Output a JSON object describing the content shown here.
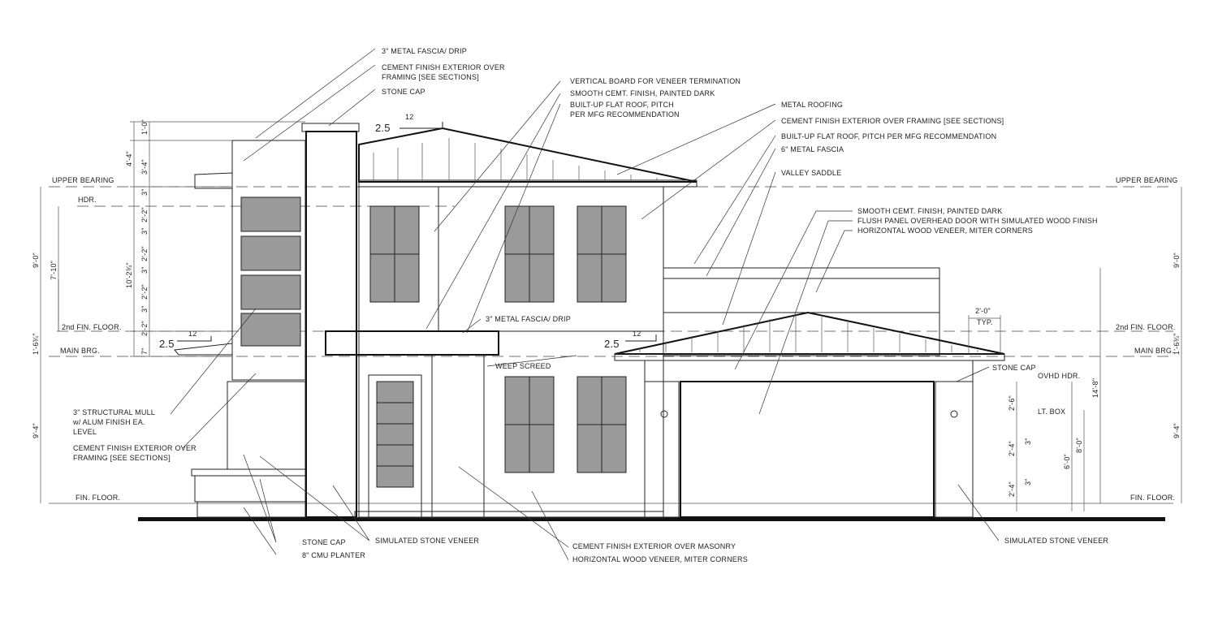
{
  "levels": {
    "upper_bearing_left": "UPPER BEARING",
    "upper_bearing_right": "UPPER BEARING",
    "hdr": "HDR.",
    "second_floor_left": "2nd FIN. FLOOR.",
    "second_floor_right": "2nd FIN. FLOOR.",
    "main_brg_left": "MAIN BRG.",
    "main_brg_right": "MAIN BRG.",
    "fin_floor_left": "FIN. FLOOR.",
    "fin_floor_right": "FIN. FLOOR.",
    "ovhd_hdr": "OVHD HDR.",
    "lt_box": "LT. BOX"
  },
  "pitch": {
    "rise": "2.5",
    "run": "12"
  },
  "dimensions_left": {
    "d4_4": "4'-4\"",
    "d1_0": "1'-0\"",
    "d3_4": "3'-4\"",
    "d3a": "3\"",
    "d2_2a": "2'-2\"",
    "d3b": "3\"",
    "d2_2b": "2'-2\"",
    "d3c": "3\"",
    "d2_2c": "2'-2\"",
    "d3d": "3\"",
    "d2_2d": "2'-2\"",
    "d7": "7\"",
    "d10_2": "10'-2¾\"",
    "d9_0": "9'-0\"",
    "d7_10": "7'-10\"",
    "d1_6": "1'-6¾\"",
    "d9_4": "9'-4\""
  },
  "dimensions_right": {
    "d9_0": "9'-0\"",
    "d1_6": "1'-6¾\"",
    "d14_8": "14'-8\"",
    "d9_4": "9'-4\"",
    "d8_0": "8'-0\"",
    "d6_0": "6'-0\"",
    "d2_6": "2'-6\"",
    "d2_4a": "2'-4\"",
    "d2_4b": "2'-4\"",
    "d3a": "3\"",
    "d3b": "3\"",
    "typ_width": "2'-0\"",
    "typ": "TYP."
  },
  "notes": {
    "fascia_drip_top": "3\" METAL FASCIA/ DRIP",
    "cement_framing_top_1": "CEMENT FINISH EXTERIOR OVER",
    "cement_framing_top_2": "FRAMING [SEE SECTIONS]",
    "stone_cap_top": "STONE CAP",
    "vertical_board": "VERTICAL BOARD FOR VENEER TERMINATION",
    "smooth_cemt_top": "SMOOTH CEMT. FINISH, PAINTED DARK",
    "builtup_roof_1": "BUILT-UP FLAT ROOF, PITCH",
    "builtup_roof_2": "PER MFG RECOMMENDATION",
    "metal_roofing": "METAL ROOFING",
    "cement_framing_right": "CEMENT FINISH EXTERIOR OVER FRAMING [SEE SECTIONS]",
    "builtup_roof_right": "BUILT-UP FLAT ROOF, PITCH PER MFG RECOMMENDATION",
    "metal_fascia_6": "6\" METAL FASCIA",
    "valley_saddle": "VALLEY SADDLE",
    "smooth_cemt_right": "SMOOTH CEMT. FINISH, PAINTED DARK",
    "flush_panel_door": "FLUSH PANEL OVERHEAD DOOR WITH SIMULATED WOOD FINISH",
    "horiz_wood_right": "HORIZONTAL WOOD VENEER, MITER CORNERS",
    "fascia_drip_mid": "3\" METAL FASCIA/ DRIP",
    "weep_screed": "WEEP SCREED",
    "stone_cap_garage": "STONE CAP",
    "mull_1": "3\" STRUCTURAL MULL",
    "mull_2": "w/ ALUM FINISH EA.",
    "mull_3": "LEVEL",
    "cement_framing_left_1": "CEMENT FINISH EXTERIOR OVER",
    "cement_framing_left_2": "FRAMING [SEE SECTIONS]",
    "stone_cap_bottom": "STONE CAP",
    "cmu_planter": "8\" CMU PLANTER",
    "sim_stone_left": "SIMULATED STONE VENEER",
    "cement_masonry": "CEMENT FINISH EXTERIOR OVER MASONRY",
    "horiz_wood_bottom": "HORIZONTAL WOOD VENEER, MITER CORNERS",
    "sim_stone_right": "SIMULATED STONE VENEER"
  }
}
